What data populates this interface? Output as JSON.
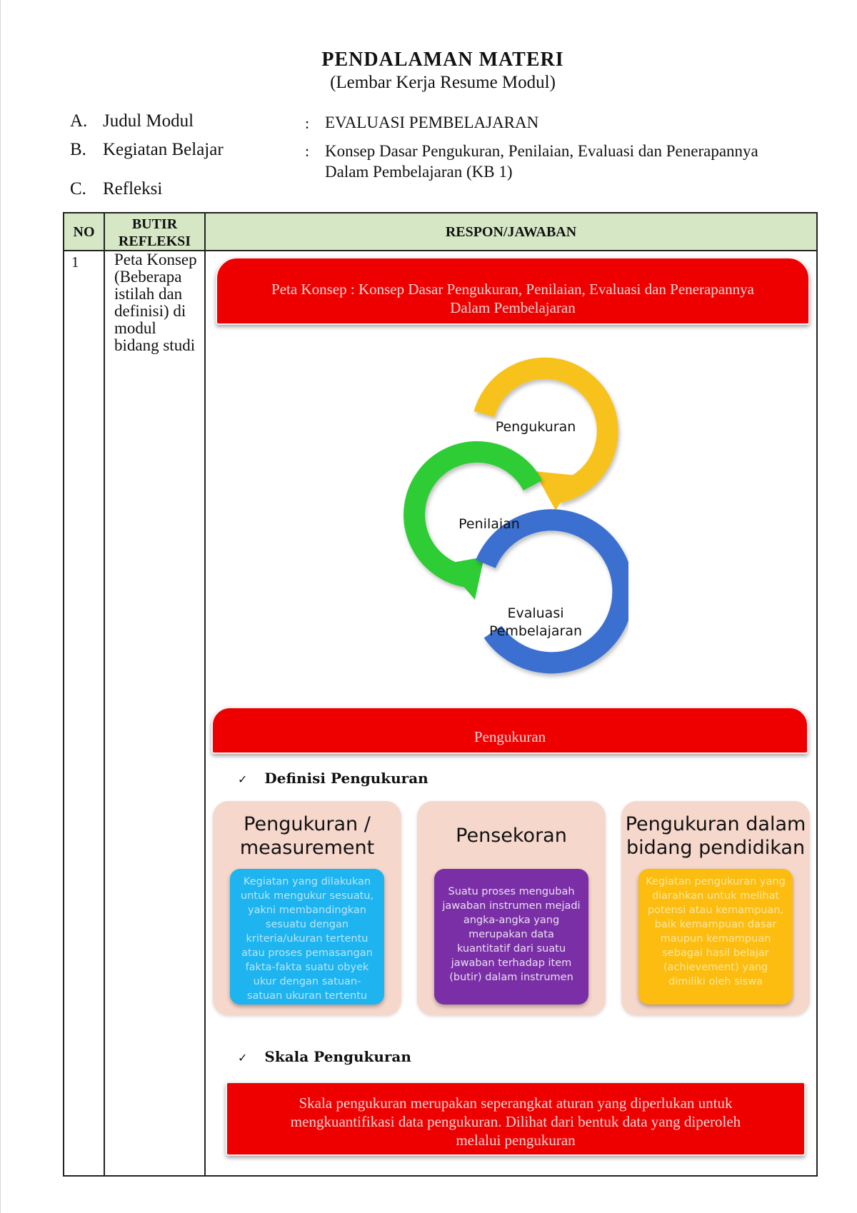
{
  "header": {
    "title": "PENDALAMAN MATERI",
    "subtitle": "(Lembar Kerja Resume Modul)"
  },
  "meta": [
    {
      "letter": "A.",
      "label": "Judul Modul",
      "value": "EVALUASI PEMBELAJARAN"
    },
    {
      "letter": "B.",
      "label": "Kegiatan Belajar",
      "value_line1": "Konsep Dasar Pengukuran, Penilaian, Evaluasi dan Penerapannya",
      "value_line2": "Dalam Pembelajaran (KB 1)"
    },
    {
      "letter": "C.",
      "label": "Refleksi"
    }
  ],
  "colon": ":",
  "table": {
    "headers": {
      "no": "NO",
      "butir_line1": "BUTIR",
      "butir_line2": "REFLEKSI",
      "respon": "RESPON/JAWABAN"
    },
    "row": {
      "no": "1",
      "item": "Peta Konsep (Beberapa istilah dan definisi) di modul bidang studi"
    }
  },
  "concept_map": {
    "banner_line1": "Peta Konsep : Konsep Dasar Pengukuran, Penilaian, Evaluasi dan Penerapannya",
    "banner_line2": "Dalam Pembelajaran",
    "cycle": {
      "label1": "Pengukuran",
      "label2": "Penilaian",
      "label3a": "Evaluasi",
      "label3b": "Pembelajaran"
    },
    "colors": {
      "yellow": "#f7c21d",
      "green": "#2ecc35",
      "blue": "#3a6fd0"
    }
  },
  "pengukuran": {
    "banner": "Pengukuran",
    "definisi_heading": "Definisi Pengukuran",
    "cards": [
      {
        "title_line1": "Pengukuran /",
        "title_line2": "measurement",
        "text": "Kegiatan yang dilakukan untuk mengukur sesuatu, yakni membandingkan sesuatu dengan kriteria/ukuran tertentu atau proses pemasangan fakta-fakta suatu obyek ukur dengan satuan-satuan ukuran tertentu"
      },
      {
        "title_line1": "Pensekoran",
        "title_line2": "",
        "text": "Suatu proses mengubah jawaban instrumen mejadi angka-angka yang merupakan data kuantitatif dari suatu jawaban terhadap item (butir) dalam instrumen"
      },
      {
        "title_line1": "Pengukuran dalam",
        "title_line2": "bidang pendidikan",
        "text": "Kegiatan pengukuran yang diarahkan untuk melihat potensi atau kemampuan, baik kemampuan dasar maupun kemampuan sebagai hasil belajar (achievement) yang dimiliki oleh siswa"
      }
    ],
    "skala_heading": "Skala Pengukuran",
    "skala_line1": "Skala pengukuran merupakan seperangkat aturan yang diperlukan untuk",
    "skala_line2": "mengkuantifikasi data pengukuran. Dilihat dari bentuk data yang diperoleh",
    "skala_line3": "melalui pengukuran"
  },
  "check_mark": "✓"
}
